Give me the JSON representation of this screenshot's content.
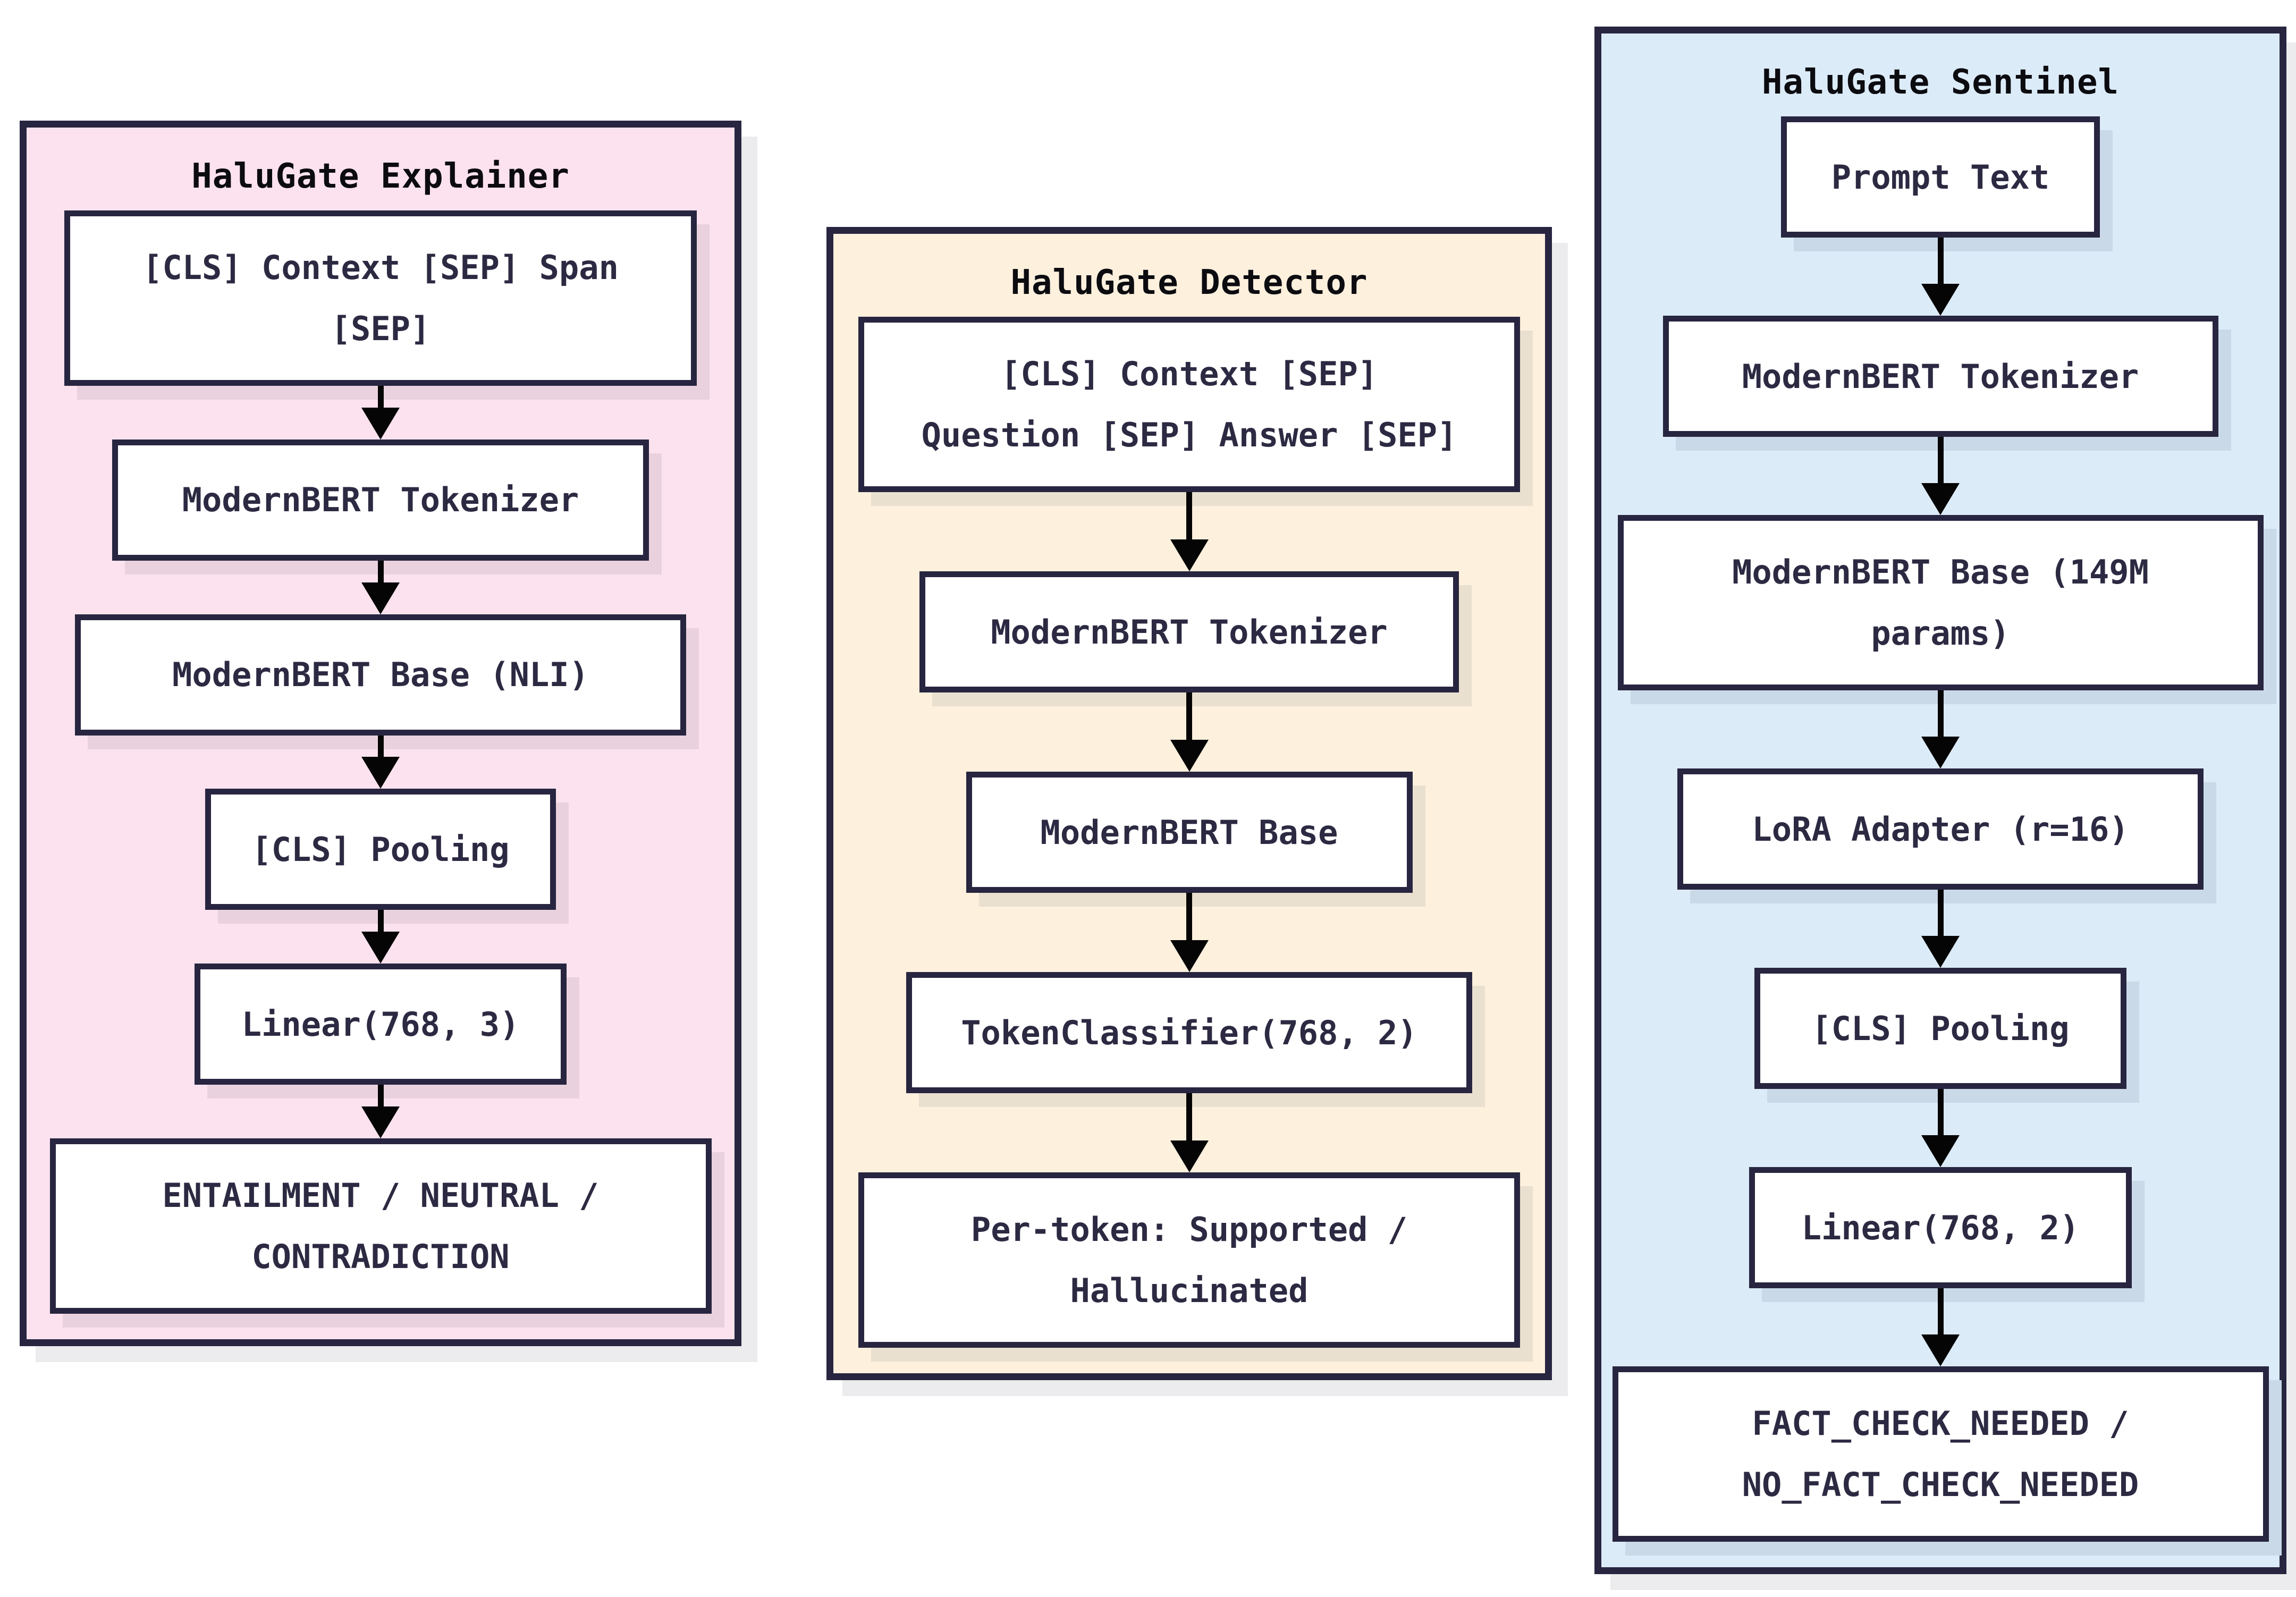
{
  "colors": {
    "background": "#ffffff",
    "border_navy": "#272540",
    "node_text": "#2c2a42",
    "title_text": "#0b0b10",
    "arrow": "#050505",
    "panel_explainer_bg": "#fbe2ee",
    "panel_detector_bg": "#fdf0dd",
    "panel_sentinel_bg": "#dcebf8"
  },
  "panels": [
    {
      "id": "explainer",
      "title": "HaluGate Explainer",
      "nodes": [
        {
          "lines": [
            "[CLS] Context [SEP] Span",
            "[SEP]"
          ]
        },
        {
          "lines": [
            "ModernBERT Tokenizer"
          ]
        },
        {
          "lines": [
            "ModernBERT Base (NLI)"
          ]
        },
        {
          "lines": [
            "[CLS] Pooling"
          ]
        },
        {
          "lines": [
            "Linear(768, 3)"
          ]
        },
        {
          "lines": [
            "ENTAILMENT / NEUTRAL /",
            "CONTRADICTION"
          ]
        }
      ]
    },
    {
      "id": "detector",
      "title": "HaluGate Detector",
      "nodes": [
        {
          "lines": [
            "[CLS] Context [SEP]",
            "Question [SEP] Answer [SEP]"
          ]
        },
        {
          "lines": [
            "ModernBERT Tokenizer"
          ]
        },
        {
          "lines": [
            "ModernBERT Base"
          ]
        },
        {
          "lines": [
            "TokenClassifier(768, 2)"
          ]
        },
        {
          "lines": [
            "Per-token: Supported /",
            "Hallucinated"
          ]
        }
      ]
    },
    {
      "id": "sentinel",
      "title": "HaluGate Sentinel",
      "nodes": [
        {
          "lines": [
            "Prompt Text"
          ]
        },
        {
          "lines": [
            "ModernBERT Tokenizer"
          ]
        },
        {
          "lines": [
            "ModernBERT Base (149M",
            "params)"
          ]
        },
        {
          "lines": [
            "LoRA Adapter (r=16)"
          ]
        },
        {
          "lines": [
            "[CLS] Pooling"
          ]
        },
        {
          "lines": [
            "Linear(768, 2)"
          ]
        },
        {
          "lines": [
            "FACT_CHECK_NEEDED /",
            "NO_FACT_CHECK_NEEDED"
          ]
        }
      ]
    }
  ]
}
